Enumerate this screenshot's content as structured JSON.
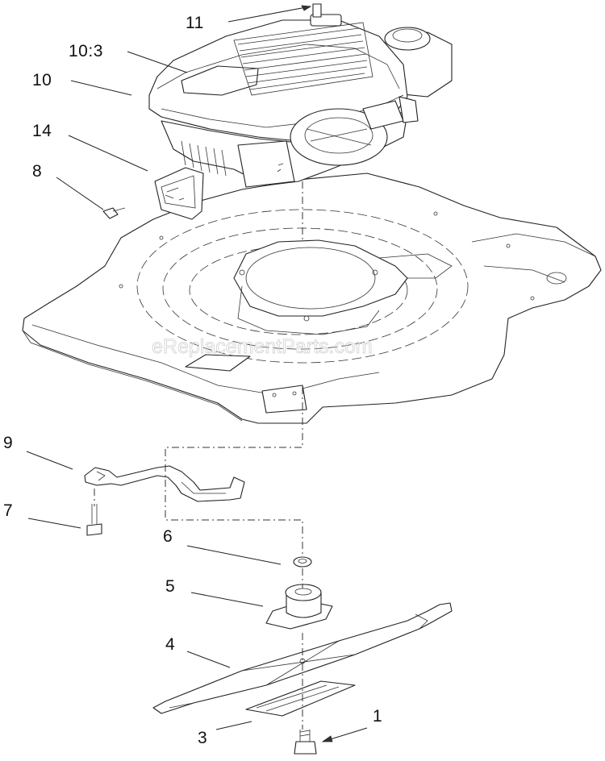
{
  "watermark": "eReplacementParts.com",
  "callouts": [
    {
      "id": "11",
      "label": "11"
    },
    {
      "id": "10_3",
      "label": "10:3"
    },
    {
      "id": "10",
      "label": "10"
    },
    {
      "id": "14",
      "label": "14"
    },
    {
      "id": "8",
      "label": "8"
    },
    {
      "id": "9",
      "label": "9"
    },
    {
      "id": "7",
      "label": "7"
    },
    {
      "id": "6",
      "label": "6"
    },
    {
      "id": "5",
      "label": "5"
    },
    {
      "id": "4",
      "label": "4"
    },
    {
      "id": "3",
      "label": "3"
    },
    {
      "id": "1",
      "label": "1"
    }
  ]
}
